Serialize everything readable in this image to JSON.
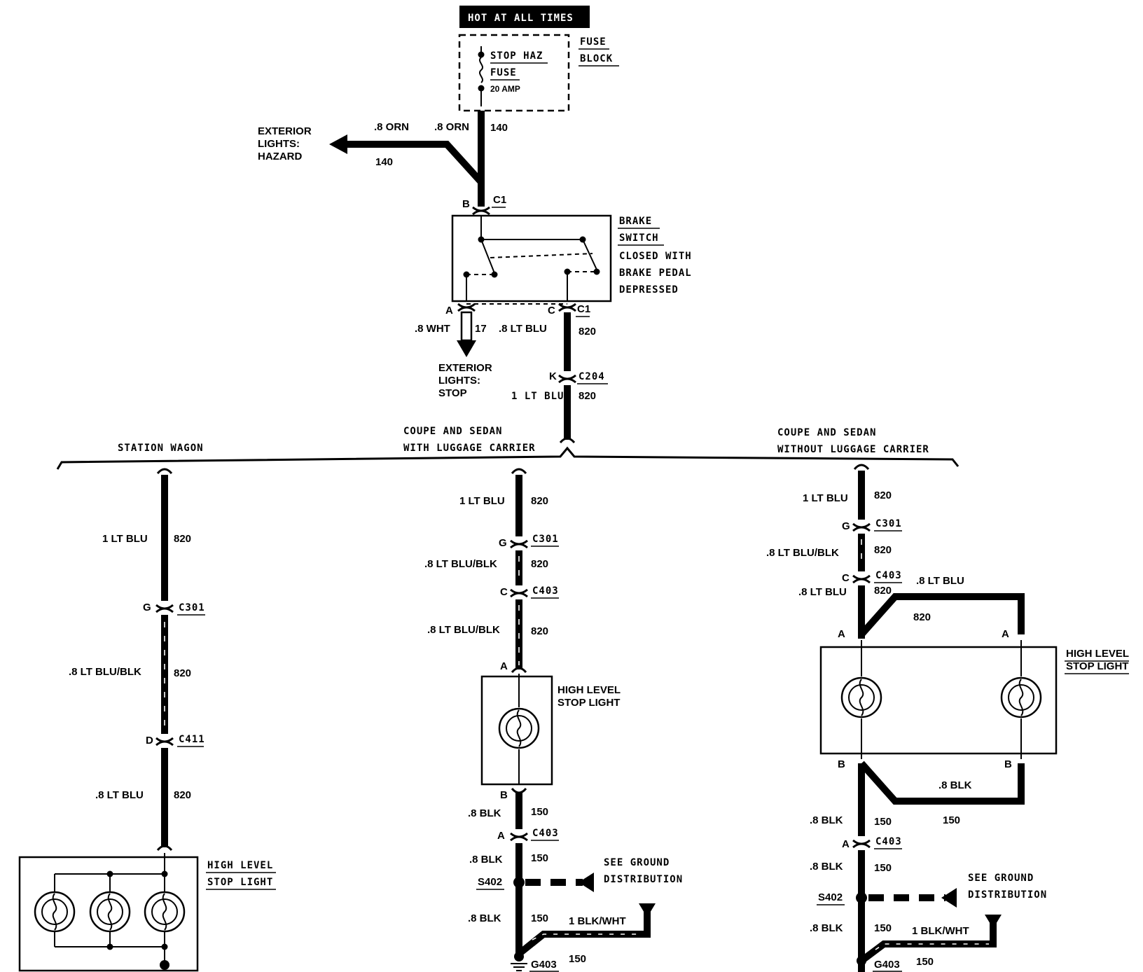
{
  "header": {
    "hot_label": "HOT AT ALL TIMES",
    "fuse_name": "STOP HAZ",
    "fuse_word": "FUSE",
    "fuse_rating": "20 AMP",
    "fuse_block_1": "FUSE",
    "fuse_block_2": "BLOCK"
  },
  "hazard": {
    "dest_1": "EXTERIOR",
    "dest_2": "LIGHTS:",
    "dest_3": "HAZARD",
    "wire_a": ".8 ORN",
    "wire_b": ".8 ORN",
    "circuit_a": "140",
    "circuit_b": "140"
  },
  "switch": {
    "pin_in": "B",
    "conn_in": "C1",
    "name_1": "BRAKE",
    "name_2": "SWITCH",
    "note_1": "CLOSED WITH",
    "note_2": "BRAKE PEDAL",
    "note_3": "DEPRESSED",
    "pin_a": "A",
    "pin_c": "C",
    "conn_out": "C1"
  },
  "stop": {
    "wire": ".8 WHT",
    "circuit": "17",
    "dest_1": "EXTERIOR",
    "dest_2": "LIGHTS:",
    "dest_3": "STOP"
  },
  "main": {
    "wire_a": ".8 LT BLU",
    "circuit_a": "820",
    "pin_k": "K",
    "conn": "C204",
    "wire_b": "1 LT BLU",
    "circuit_b": "820"
  },
  "branches": {
    "left": "STATION WAGON",
    "mid_1": "COUPE AND SEDAN",
    "mid_2": "WITH LUGGAGE CARRIER",
    "right_1": "COUPE AND SEDAN",
    "right_2": "WITHOUT LUGGAGE CARRIER"
  },
  "wagon": {
    "w1": "1 LT BLU",
    "c1": "820",
    "pin_g": "G",
    "conn_1": "C301",
    "w2": ".8 LT BLU/BLK",
    "c2": "820",
    "pin_d": "D",
    "conn_2": "C411",
    "w3": ".8 LT BLU",
    "c3": "820",
    "lamp_1": "HIGH LEVEL",
    "lamp_2": "STOP LIGHT"
  },
  "middle": {
    "w1": "1 LT BLU",
    "c1": "820",
    "pin_g": "G",
    "conn_1": "C301",
    "w2": ".8 LT BLU/BLK",
    "c2": "820",
    "pin_c": "C",
    "conn_2": "C403",
    "w3": ".8 LT BLU/BLK",
    "c3": "820",
    "pin_a": "A",
    "lamp_1": "HIGH LEVEL",
    "lamp_2": "STOP LIGHT",
    "pin_b": "B",
    "w4": ".8 BLK",
    "c4": "150",
    "pin_a2": "A",
    "conn_3": "C403",
    "w5": ".8 BLK",
    "c5": "150",
    "splice": "S402",
    "ground_1": "SEE GROUND",
    "ground_2": "DISTRIBUTION",
    "w6": ".8 BLK",
    "c6": "150",
    "w7": "1 BLK/WHT",
    "c7": "150",
    "gnd": "G403"
  },
  "right": {
    "w1": "1 LT BLU",
    "c1": "820",
    "pin_g": "G",
    "conn_1": "C301",
    "w2": ".8 LT BLU/BLK",
    "c2": "820",
    "pin_c": "C",
    "conn_2": "C403",
    "w3": ".8 LT BLU",
    "c3": "820",
    "w4": ".8 LT BLU",
    "c4": "820",
    "pin_a1": "A",
    "pin_a2": "A",
    "lamp_1": "HIGH LEVEL",
    "lamp_2": "STOP LIGHT",
    "pin_b1": "B",
    "pin_b2": "B",
    "w5": ".8 BLK",
    "c5": "150",
    "w6": ".8 BLK",
    "c6": "150",
    "pin_a3": "A",
    "conn_3": "C403",
    "w7": ".8 BLK",
    "c7": "150",
    "splice": "S402",
    "ground_1": "SEE GROUND",
    "ground_2": "DISTRIBUTION",
    "w8": ".8 BLK",
    "c8": "150",
    "w9": "1 BLK/WHT",
    "c9": "150",
    "gnd": "G403"
  }
}
